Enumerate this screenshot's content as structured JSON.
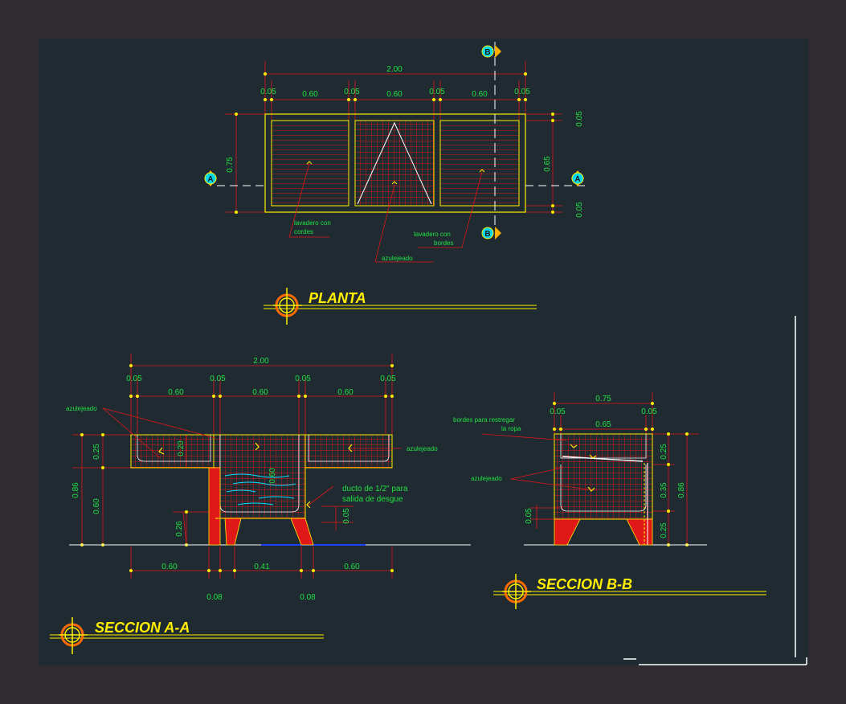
{
  "colors": {
    "background": "#2f2b31",
    "sheet": "#1f2a31",
    "dimension": "#22e044",
    "outline": "#ffee00",
    "tile": "#e01818",
    "water": "#00e0ff",
    "marker": "#00d8f0",
    "title": "#ffee00"
  },
  "planta": {
    "title": "PLANTA",
    "dims_top": [
      "2.00",
      "0.05",
      "0.60",
      "0.05",
      "0.60",
      "0.05",
      "0.60",
      "0.05"
    ],
    "dims_left": [
      "0.75"
    ],
    "dims_right": [
      "0.05",
      "0.65",
      "0.05"
    ],
    "section_a": "A",
    "section_b": "B",
    "labels": {
      "lavadero_cordes_1": "lavadero con",
      "lavadero_cordes_2": "cordes",
      "lavadero_bordes_1": "lavadero con",
      "lavadero_bordes_2": "bordes",
      "azulejeado": "azulejeado"
    }
  },
  "seccion_aa": {
    "title": "SECCION A-A",
    "dims_top": [
      "2.00",
      "0.05",
      "0.05",
      "0.05",
      "0.05",
      "0.60",
      "0.60",
      "0.60"
    ],
    "dims_left": [
      "0.86",
      "0.25",
      "0.60",
      "0.20",
      "0.26"
    ],
    "dims_bottom": [
      "0.60",
      "0.41",
      "0.60",
      "0.08",
      "0.08"
    ],
    "dims_inner": [
      "0.60",
      "0.05"
    ],
    "labels": {
      "azulejeado_left": "azulejeado",
      "azulejeado_right": "azulejeado",
      "ducto_1": "ducto de 1/2\" para",
      "ducto_2": "salida de desgue"
    }
  },
  "seccion_bb": {
    "title": "SECCION B-B",
    "dims_top": [
      "0.75",
      "0.05",
      "0.05",
      "0.65"
    ],
    "dims_left": [
      "0.05"
    ],
    "dims_right": [
      "0.25",
      "0.35",
      "0.25",
      "0.86"
    ],
    "labels": {
      "bordes_1": "bordes para restregar",
      "bordes_2": "la ropa",
      "azulejeado": "azulejeado"
    }
  }
}
